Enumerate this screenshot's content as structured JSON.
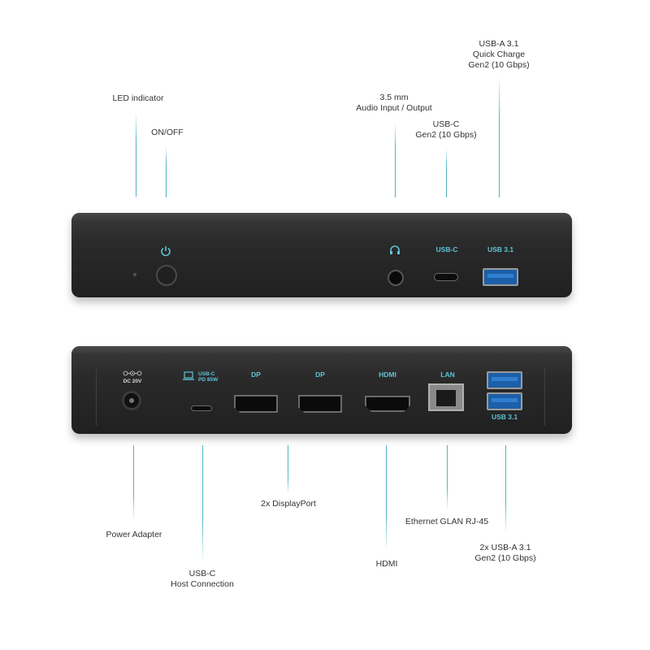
{
  "front_labels": {
    "led": [
      "LED indicator"
    ],
    "onoff": [
      "ON/OFF"
    ],
    "audio": [
      "3.5 mm",
      "Audio Input / Output"
    ],
    "usbc": [
      "USB-C",
      "Gen2 (10 Gbps)"
    ],
    "usba": [
      "USB-A 3.1",
      "Quick Charge",
      "Gen2 (10 Gbps)"
    ]
  },
  "front_port_labels": {
    "usbc": "USB-C",
    "usba": "USB 3.1"
  },
  "back_port_labels": {
    "dc": [
      "DC 20V"
    ],
    "usbc_pd": [
      "USB-C",
      "PD 85W"
    ],
    "dp1": "DP",
    "dp2": "DP",
    "hdmi": "HDMI",
    "lan": "LAN",
    "usba": "USB 3.1"
  },
  "back_labels": {
    "power": [
      "Power Adapter"
    ],
    "host": [
      "USB-C",
      "Host Connection"
    ],
    "displayport": [
      "2x DisplayPort"
    ],
    "hdmi": [
      "HDMI"
    ],
    "ethernet": [
      "Ethernet GLAN RJ-45"
    ],
    "usba": [
      "2x USB-A 3.1",
      "Gen2 (10 Gbps)"
    ]
  },
  "icons": [
    "power-icon",
    "headphone-icon",
    "laptop-icon",
    "dc-polarity-icon"
  ],
  "colors": {
    "accent": "#4fb3bf",
    "device": "#2a2a2b",
    "usb_blue": "#1d5fa8"
  }
}
